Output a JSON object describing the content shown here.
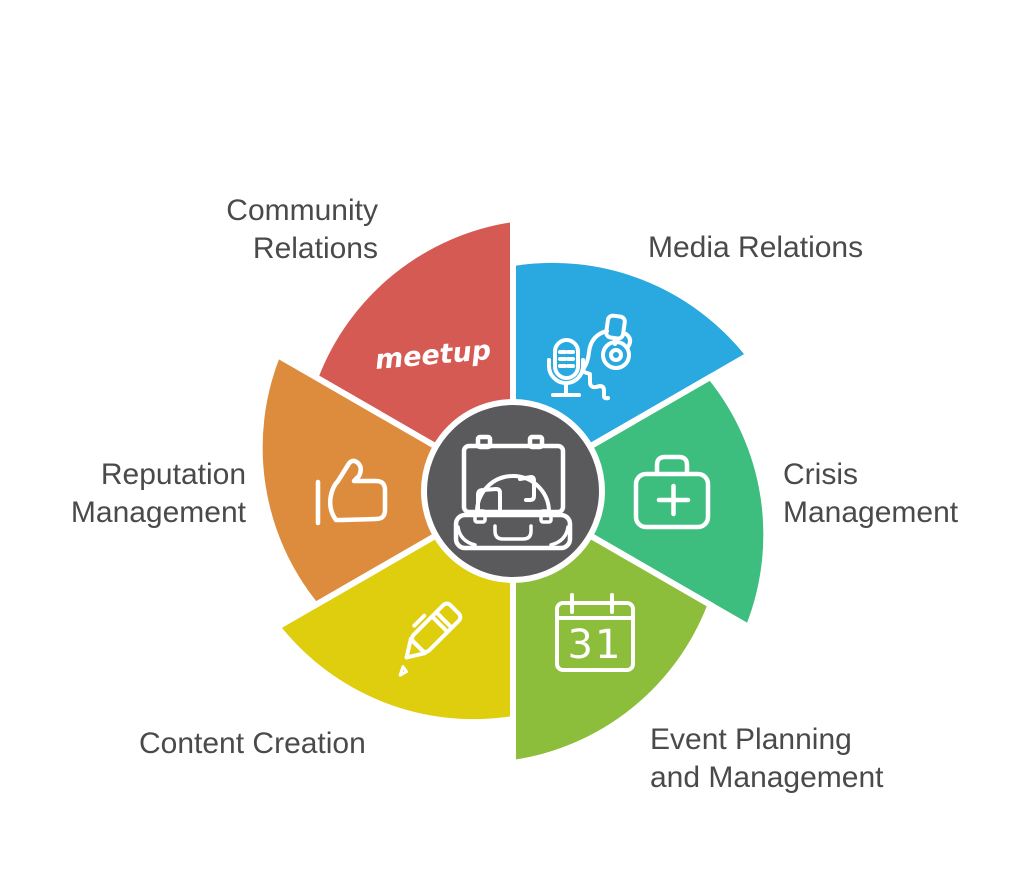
{
  "diagram": {
    "type": "pinwheel-diagram",
    "background": "#ffffff",
    "label_color": "#4a4a4c",
    "center": {
      "icon": "suitcase-globe",
      "fill": "#5a5a5d",
      "ring_color": "#ffffff"
    },
    "segments": [
      {
        "id": "community-relations",
        "label": "Community Relations",
        "label_lines": [
          "Community",
          "Relations"
        ],
        "color": "#d65a54",
        "tip_angle": 90,
        "icon": "meetup-wordmark",
        "icon_text": "meetup"
      },
      {
        "id": "media-relations",
        "label": "Media Relations",
        "label_lines": [
          "Media Relations"
        ],
        "color": "#29a9e0",
        "tip_angle": 30,
        "icon": "microphone-interview"
      },
      {
        "id": "crisis-management",
        "label": "Crisis Management",
        "label_lines": [
          "Crisis",
          "Management"
        ],
        "color": "#3dbe7e",
        "tip_angle": 330,
        "icon": "first-aid-kit"
      },
      {
        "id": "event-planning-management",
        "label": "Event Planning and Management",
        "label_lines": [
          "Event Planning",
          "and Management"
        ],
        "color": "#8cbd3b",
        "tip_angle": 270,
        "icon": "calendar",
        "icon_text": "31"
      },
      {
        "id": "content-creation",
        "label": "Content Creation",
        "label_lines": [
          "Content Creation"
        ],
        "color": "#dece0d",
        "tip_angle": 210,
        "icon": "marker-pen"
      },
      {
        "id": "reputation-management",
        "label": "Reputation Management",
        "label_lines": [
          "Reputation",
          "Management"
        ],
        "color": "#dd8c3d",
        "tip_angle": 150,
        "icon": "thumbs-up"
      }
    ]
  }
}
